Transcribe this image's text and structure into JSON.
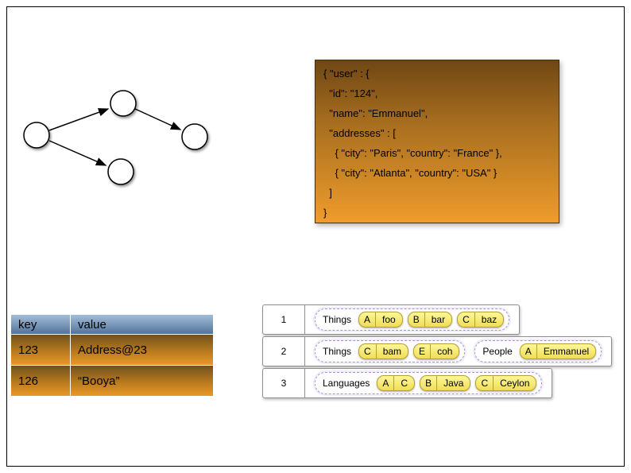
{
  "graph": {
    "nodes": 4,
    "edges": 3
  },
  "json_box": {
    "lines": [
      "{ \"user\" : {",
      "  \"id\": \"124\",",
      "  \"name\": \"Emmanuel\",",
      "  \"addresses\" : [",
      "    { \"city\": \"Paris\", \"country\": \"France\" },",
      "    { \"city\": \"Atlanta\", \"country\": \"USA\" }",
      "  ]",
      "}"
    ]
  },
  "kv_table": {
    "headers": [
      "key",
      "value"
    ],
    "rows": [
      [
        "123",
        "Address@23"
      ],
      [
        "126",
        "“Booya”"
      ]
    ]
  },
  "wide_rows": {
    "rows": [
      {
        "num": "1",
        "groups": [
          {
            "label": "Things",
            "cells": [
              [
                "A",
                "foo"
              ],
              [
                "B",
                "bar"
              ],
              [
                "C",
                "baz"
              ]
            ]
          }
        ]
      },
      {
        "num": "2",
        "groups": [
          {
            "label": "Things",
            "cells": [
              [
                "C",
                "bam"
              ],
              [
                "E",
                "coh"
              ]
            ]
          },
          {
            "label": "People",
            "cells": [
              [
                "A",
                "Emmanuel"
              ]
            ]
          }
        ]
      },
      {
        "num": "3",
        "groups": [
          {
            "label": "Languages",
            "cells": [
              [
                "A",
                "C"
              ],
              [
                "B",
                "Java"
              ],
              [
                "C",
                "Ceylon"
              ]
            ]
          }
        ]
      }
    ]
  },
  "colors": {
    "json_box_gradient_top": "#6f4714",
    "json_box_gradient_bottom": "#ef9c2c",
    "kv_header_gradient_top": "#a3bdd8",
    "kv_header_gradient_bottom": "#51749c",
    "kv_row_gradient_top": "#715020",
    "kv_row_gradient_bottom": "#ea9727",
    "cell_pill_yellow": "#f0dd55",
    "family_group_dashed_border": "#a593cf"
  }
}
